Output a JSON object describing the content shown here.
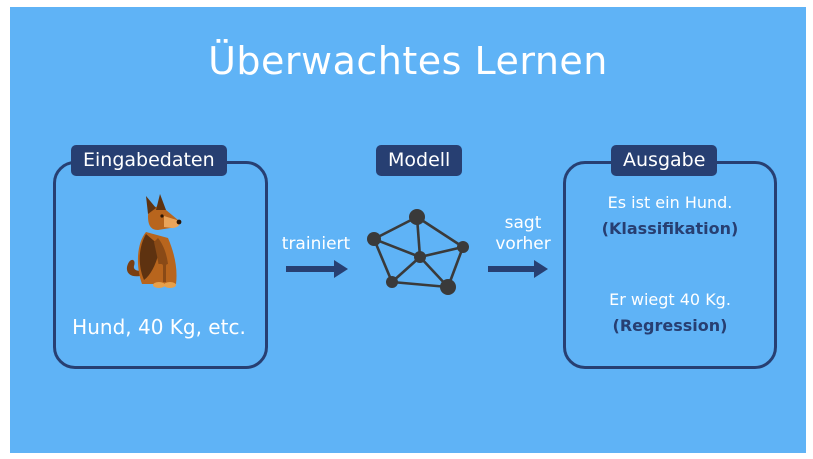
{
  "title": "Überwachtes Lernen",
  "input": {
    "tag": "Eingabedaten",
    "caption": "Hund, 40 Kg, etc.",
    "image": "dog-icon"
  },
  "model": {
    "tag": "Modell",
    "image": "network-icon"
  },
  "edges": {
    "trained": "trainiert",
    "predicts_line1": "sagt",
    "predicts_line2": "vorher"
  },
  "output": {
    "tag": "Ausgabe",
    "classification_text": "Es ist ein Hund.",
    "classification_label": "(Klassifikation)",
    "regression_text": "Er wiegt 40 Kg.",
    "regression_label": "(Regression)"
  },
  "colors": {
    "background": "#5fb3f6",
    "dark_blue": "#273f72",
    "network": "#3a3a3a",
    "dog_brown": "#b8651d",
    "white": "#ffffff"
  }
}
